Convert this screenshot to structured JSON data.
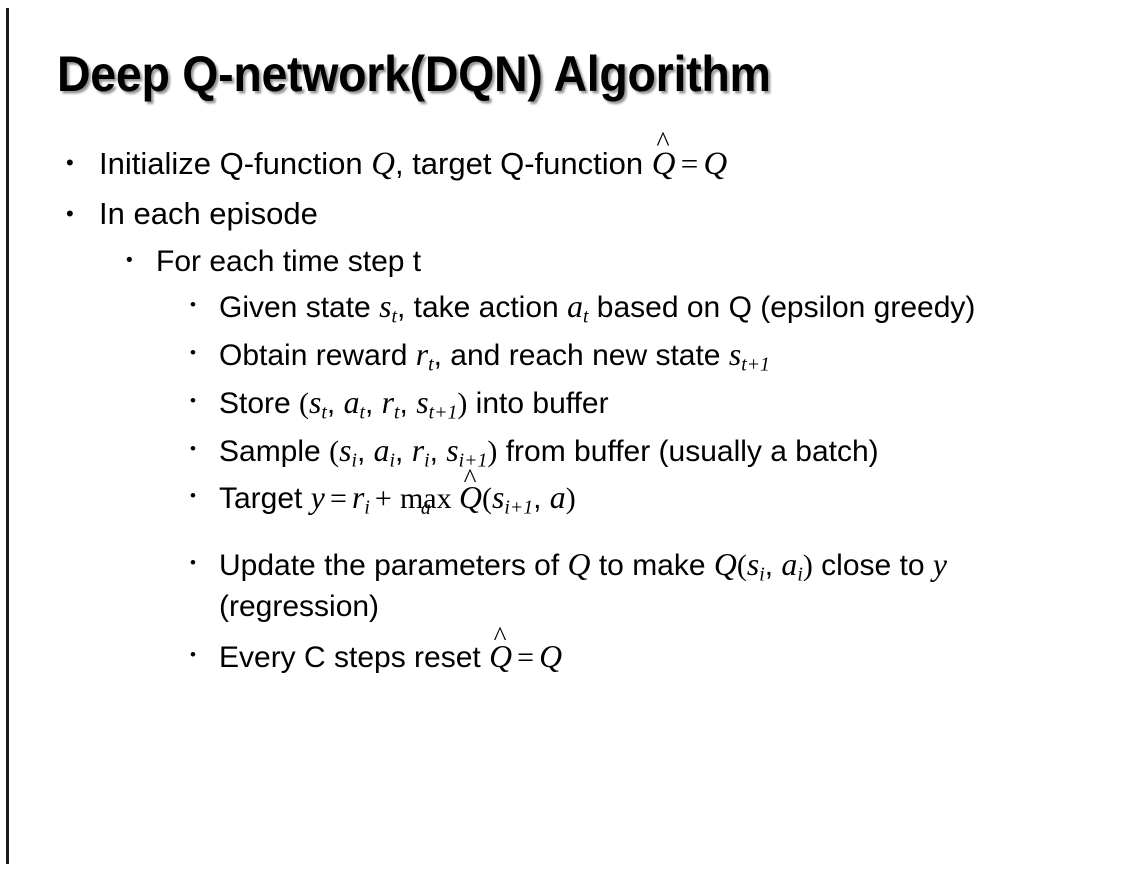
{
  "slide": {
    "title": "Deep Q-network(DQN) Algorithm",
    "background_color": "#ffffff",
    "text_color": "#000000",
    "left_rule_color": "#1a1a1a",
    "bullet_marker": "•"
  },
  "content": {
    "b1": {
      "level": 1,
      "plain": "Initialize Q-function Q, target Q-function Q̂ = Q",
      "p1": "Initialize Q-function ",
      "v1": "Q",
      "p2": ", target Q-function ",
      "v2": "Q",
      "hat": "^",
      "eq": "=",
      "v3": "Q"
    },
    "b2": {
      "level": 1,
      "plain": "In each episode",
      "text": "In each episode"
    },
    "b3": {
      "level": 2,
      "plain": "For each time step t",
      "text": "For each time step t"
    },
    "b4": {
      "level": 3,
      "plain": "Given state s_t, take action a_t based on Q (epsilon greedy)",
      "p1": "Given state ",
      "v1": "s",
      "sub1": "t",
      "p2": ", take action ",
      "v2": "a",
      "sub2": "t",
      "p3": " based on Q (epsilon greedy)"
    },
    "b5": {
      "level": 3,
      "plain": "Obtain reward r_t, and reach new state s_{t+1}",
      "p1": "Obtain reward ",
      "v1": "r",
      "sub1": "t",
      "p2": ", and reach new state ",
      "v2": "s",
      "sub2": "t+1"
    },
    "b6": {
      "level": 3,
      "plain": "Store (s_t, a_t, r_t, s_{t+1}) into buffer",
      "p1": "Store ",
      "open": "(",
      "v1": "s",
      "sub1": "t",
      "v2": "a",
      "sub2": "t",
      "v3": "r",
      "sub3": "t",
      "v4": "s",
      "sub4": "t+1",
      "close": ")",
      "p2": " into buffer",
      "sep": ", "
    },
    "b7": {
      "level": 3,
      "plain": "Sample (s_i, a_i, r_i, s_{i+1}) from buffer (usually a batch)",
      "p1": "Sample ",
      "open": "(",
      "v1": "s",
      "sub1": "i",
      "v2": "a",
      "sub2": "i",
      "v3": "r",
      "sub3": "i",
      "v4": "s",
      "sub4": "i+1",
      "close": ")",
      "p2": " from buffer (usually a batch)",
      "sep": ", "
    },
    "b8": {
      "level": 3,
      "plain": "Target y = r_i + max_a Q̂(s_{i+1}, a)",
      "p1": "Target ",
      "v_y": "y",
      "eq": "=",
      "v_r": "r",
      "sub_r": "i",
      "plus": "+",
      "max": "max",
      "max_sub": "a",
      "qhat": "Q",
      "hat": "^",
      "open": "(",
      "v_s": "s",
      "sub_s": "i+1",
      "sep": ", ",
      "v_a": "a",
      "close": ")"
    },
    "b9": {
      "level": 3,
      "plain": "Update the parameters of Q to make Q(s_i, a_i) close to y (regression)",
      "p1": "Update the parameters of ",
      "v1": "Q",
      "p2": " to make ",
      "v2": "Q",
      "open": "(",
      "v3": "s",
      "sub3": "i",
      "sep": ", ",
      "v4": "a",
      "sub4": "i",
      "close": ")",
      "p3": " close to ",
      "v5": "y",
      "p4": " (regression)"
    },
    "b10": {
      "level": 3,
      "plain": "Every C steps reset Q̂ = Q",
      "p1": "Every C steps reset ",
      "v1": "Q",
      "hat": "^",
      "eq": "=",
      "v2": "Q"
    }
  }
}
